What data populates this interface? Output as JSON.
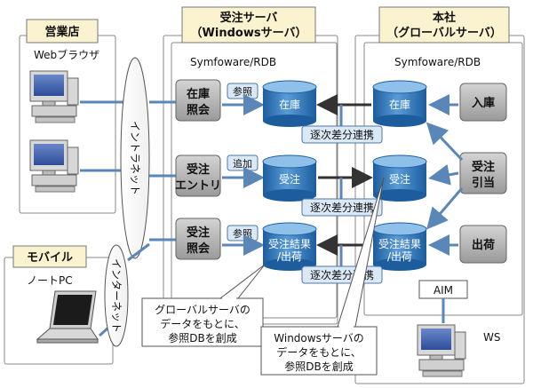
{
  "sales_office": {
    "title": "営業店",
    "browser_label": "Webブラウザ"
  },
  "mobile": {
    "title": "モバイル",
    "pc_label": "ノートPC"
  },
  "order_server": {
    "title_line1": "受注サーバ",
    "title_line2": "（Windowsサーバ）",
    "db_label": "Symfoware/RDB"
  },
  "hq": {
    "title_line1": "本社",
    "title_line2": "（グローバルサーバ）",
    "db_label": "Symfoware/RDB"
  },
  "networks": {
    "intranet": "イントラネット",
    "internet": "インターネット"
  },
  "left_apps": [
    {
      "line1": "在庫",
      "line2": "照会",
      "op": "参照"
    },
    {
      "line1": "受注",
      "line2": "エントリ",
      "op": "追加"
    },
    {
      "line1": "受注",
      "line2": "照会",
      "op": "参照"
    }
  ],
  "left_dbs": [
    {
      "line1": "在庫",
      "line2": ""
    },
    {
      "line1": "受注",
      "line2": ""
    },
    {
      "line1": "受注結果",
      "line2": "/出荷"
    }
  ],
  "right_dbs": [
    {
      "line1": "在庫",
      "line2": ""
    },
    {
      "line1": "受注",
      "line2": ""
    },
    {
      "line1": "受注結果",
      "line2": "/出荷"
    }
  ],
  "right_apps": [
    {
      "line1": "入庫",
      "line2": ""
    },
    {
      "line1": "受注",
      "line2": "引当"
    },
    {
      "line1": "出荷",
      "line2": ""
    }
  ],
  "sync_label": "逐次差分連携",
  "callouts": {
    "global": [
      "グローバルサーバの",
      "データをもとに、",
      "参照DBを創成"
    ],
    "windows": [
      "Windowsサーバの",
      "データをもとに、",
      "参照DBを創成"
    ]
  },
  "aim_label": "AIM",
  "ws_label": "WS",
  "colors": {
    "db_blue": "#2f74b8",
    "arrow_blue": "#5b86b8",
    "btn_gray": "#a8a8a8",
    "dark_arrow": "#333333"
  }
}
